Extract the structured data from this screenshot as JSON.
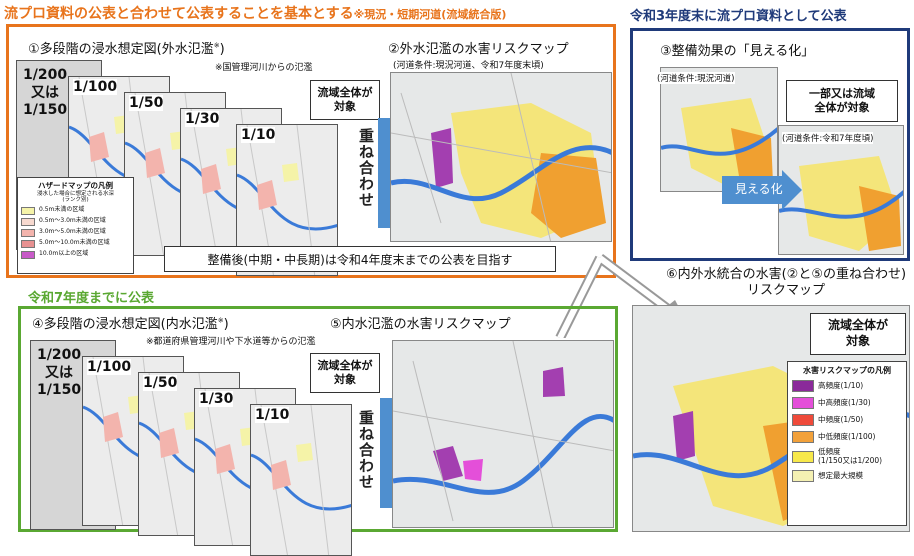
{
  "title_main": "流プロ資料の公表と合わせて公表することを基本とする",
  "title_sub": "※現況・短期河道(流域統合版)",
  "top_right_title": "令和3年度末に流プロ資料として公表",
  "section1": {
    "heading": "①多段階の浸水想定図(外水氾濫",
    "heading_sup": "※",
    "heading_end": ")",
    "note": "※国管理河川からの氾濫",
    "card0": "1/200\n又は\n1/150",
    "cards": [
      "1/100",
      "1/50",
      "1/30",
      "1/10"
    ],
    "target_box": "流域全体が\n対象",
    "overlay_text": "重ね合わせ"
  },
  "section2": {
    "heading": "②外水氾濫の水害リスクマップ",
    "condition": "(河道条件:現況河道、令和7年度末頃)"
  },
  "hazard_legend": {
    "title": "ハザードマップの凡例",
    "subtitle": "浸水した場合に想定される水深\n(ランク別)",
    "rows": [
      {
        "label": "0.5m未満の区域",
        "color": "#f5f3a8"
      },
      {
        "label": "0.5m～3.0m未満の区域",
        "color": "#f7d9cf"
      },
      {
        "label": "3.0m～5.0m未満の区域",
        "color": "#f3b4ad"
      },
      {
        "label": "5.0m～10.0m未満の区域",
        "color": "#e79191"
      },
      {
        "label": "10.0m以上の区域",
        "color": "#c85ac8"
      }
    ]
  },
  "banner_text": "整備後(中期・中長期)は令和4年度末までの公表を目指す",
  "section3": {
    "heading": "③整備効果の「見える化」",
    "label_current": "(河道条件:現況河道)",
    "label_future": "(河道条件:令和7年度頃)",
    "target_box": "一部又は流域\n全体が対象",
    "arrow_text": "見える化"
  },
  "green_title": "令和7年度までに公表",
  "section4": {
    "heading": "④多段階の浸水想定図(内水氾濫",
    "heading_sup": "※",
    "heading_end": ")",
    "note": "※都道府県管理河川や下水道等からの氾濫",
    "card0": "1/200\n又は\n1/150",
    "cards": [
      "1/100",
      "1/50",
      "1/30",
      "1/10"
    ],
    "target_box": "流域全体が\n対象",
    "overlay_text": "重ね合わせ"
  },
  "section5": {
    "heading": "⑤内水氾濫の水害リスクマップ"
  },
  "section6": {
    "heading": "⑥内外水統合の水害(②と⑤の重ね合わせ)リスクマップ",
    "target_box": "流域全体が\n対象"
  },
  "risk_legend": {
    "title": "水害リスクマップの凡例",
    "rows": [
      {
        "label": "高頻度(1/10)",
        "color": "#8a2a9a"
      },
      {
        "label": "中高頻度(1/30)",
        "color": "#e44fd9"
      },
      {
        "label": "中頻度(1/50)",
        "color": "#ef4a3a"
      },
      {
        "label": "中低頻度(1/100)",
        "color": "#f2a13a"
      },
      {
        "label": "低頻度\n(1/150又は1/200)",
        "color": "#f7e84a"
      },
      {
        "label": "想定最大規模",
        "color": "#f4f0b2"
      }
    ]
  },
  "colors": {
    "orange": "#e8741c",
    "green": "#5aa832",
    "navy": "#1f3a7a",
    "arrow_blue": "#4f8fcf",
    "river": "#3a7ad8"
  }
}
